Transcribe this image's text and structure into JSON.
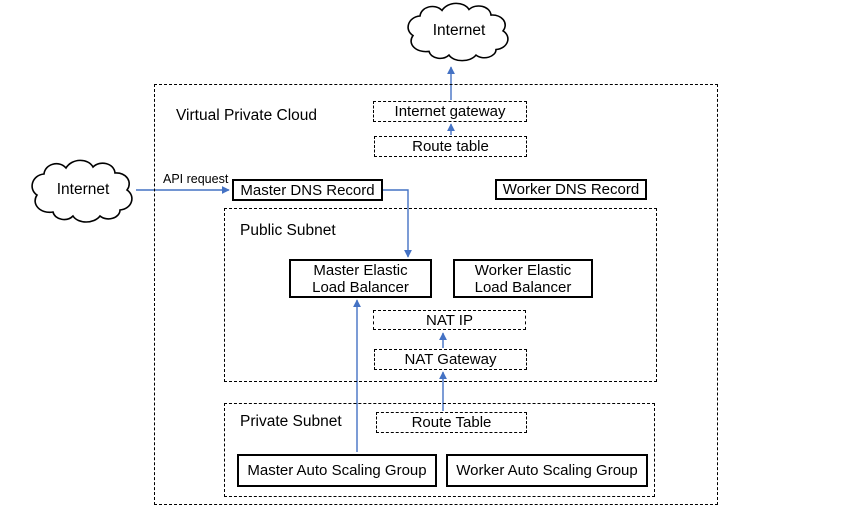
{
  "colors": {
    "arrow": "#4472C4",
    "shape_outline": "#000000",
    "background": "#FFFFFF"
  },
  "clouds": {
    "top": {
      "label": "Internet"
    },
    "left": {
      "label": "Internet"
    }
  },
  "regions": {
    "vpc": {
      "label": "Virtual Private Cloud"
    },
    "public_subnet": {
      "label": "Public Subnet"
    },
    "private_subnet": {
      "label": "Private Subnet"
    }
  },
  "nodes": {
    "internet_gateway": {
      "label": "Internet gateway",
      "style": "dashed"
    },
    "route_table_vpc": {
      "label": "Route table",
      "style": "dashed"
    },
    "master_dns_record": {
      "label": "Master DNS Record",
      "style": "solid"
    },
    "worker_dns_record": {
      "label": "Worker DNS Record",
      "style": "solid"
    },
    "master_elastic_load_balancer": {
      "label": "Master Elastic Load Balancer",
      "style": "solid"
    },
    "worker_elastic_load_balancer": {
      "label": "Worker Elastic Load Balancer",
      "style": "solid"
    },
    "nat_ip": {
      "label": "NAT IP",
      "style": "dashed"
    },
    "nat_gateway": {
      "label": "NAT Gateway",
      "style": "dashed"
    },
    "route_table_private": {
      "label": "Route Table",
      "style": "dashed"
    },
    "master_auto_scaling_group": {
      "label": "Master Auto Scaling Group",
      "style": "solid"
    },
    "worker_auto_scaling_group": {
      "label": "Worker Auto Scaling Group",
      "style": "solid"
    }
  },
  "edge_labels": {
    "api_request": "API request"
  }
}
